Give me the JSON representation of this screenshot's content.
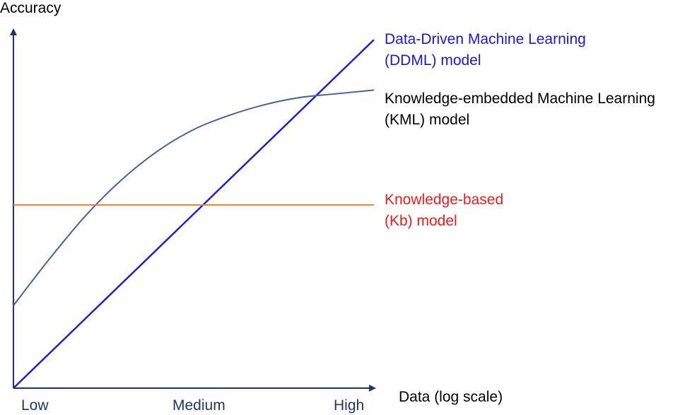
{
  "chart_data": {
    "type": "line",
    "title": "",
    "xlabel": "Data (log scale)",
    "ylabel": "Accuracy",
    "x_ticks": [
      "Low",
      "Medium",
      "High"
    ],
    "x_scale": "log",
    "grid": false,
    "series": [
      {
        "name": "Data-Driven Machine Learning (DDML) model",
        "label_lines": [
          "Data-Driven Machine Learning",
          "(DDML) model"
        ],
        "color": "#1f1fcc",
        "shape": "straight line rising from origin",
        "x": [
          0,
          1
        ],
        "y": [
          0,
          0.97
        ]
      },
      {
        "name": "Knowledge-embedded Machine Learning (KML) model",
        "label_lines": [
          "Knowledge-embedded Machine Learning",
          "(KML) model"
        ],
        "color": "#44639b",
        "shape": "saturating curve",
        "x": [
          0,
          0.1,
          0.2,
          0.3,
          0.4,
          0.5,
          0.6,
          0.7,
          0.8,
          0.9,
          1.0
        ],
        "y": [
          0.23,
          0.36,
          0.48,
          0.58,
          0.66,
          0.72,
          0.76,
          0.79,
          0.81,
          0.82,
          0.83
        ]
      },
      {
        "name": "Knowledge-based (Kb) model",
        "label_lines": [
          "Knowledge-based",
          "(Kb) model"
        ],
        "color": "#f08030",
        "shape": "horizontal line",
        "x": [
          0,
          1
        ],
        "y": [
          0.51,
          0.51
        ]
      }
    ]
  }
}
